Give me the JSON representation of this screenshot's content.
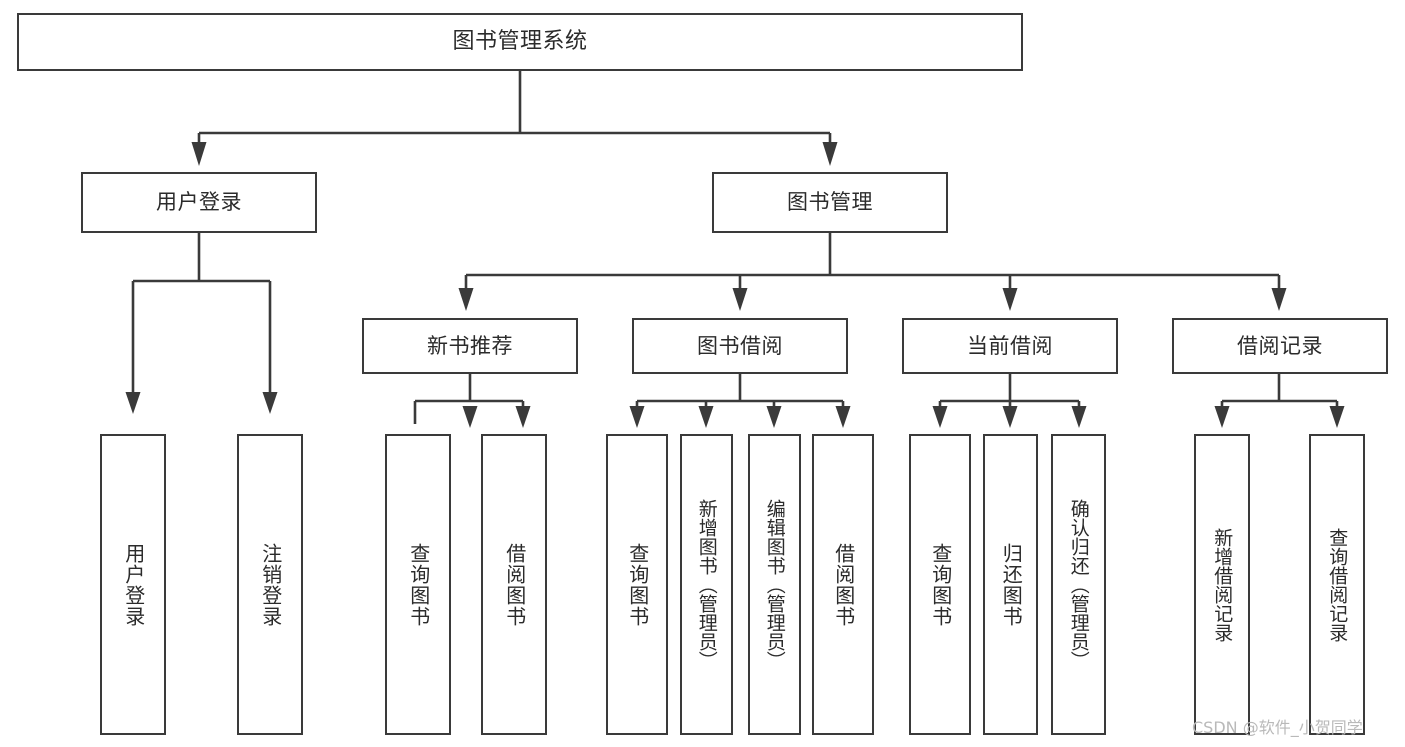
{
  "diagram": {
    "type": "tree",
    "title": "图书管理系统",
    "orientation": "top-down",
    "line_color": "#3a3a3a",
    "box_fill": "#ffffff",
    "text_color": "#2b2b2b"
  },
  "nodes": {
    "root": {
      "label": "图书管理系统"
    },
    "level2": [
      {
        "label": "用户登录"
      },
      {
        "label": "图书管理"
      }
    ],
    "level3": [
      {
        "label": "新书推荐"
      },
      {
        "label": "图书借阅"
      },
      {
        "label": "当前借阅"
      },
      {
        "label": "借阅记录"
      }
    ],
    "leaves": {
      "user_login": [
        {
          "label": "用户登录"
        },
        {
          "label": "注销登录"
        }
      ],
      "new_book_recommend": [
        {
          "label": "查询图书"
        },
        {
          "label": "借阅图书"
        }
      ],
      "book_borrow": [
        {
          "label": "查询图书"
        },
        {
          "label": "新增图书（管理员）"
        },
        {
          "label": "编辑图书（管理员）"
        },
        {
          "label": "借阅图书"
        }
      ],
      "current_borrow": [
        {
          "label": "查询图书"
        },
        {
          "label": "归还图书"
        },
        {
          "label": "确认归还（管理员）"
        }
      ],
      "borrow_record": [
        {
          "label": "新增借阅记录"
        },
        {
          "label": "查询借阅记录"
        }
      ]
    }
  },
  "watermark": {
    "text": "CSDN @软件_小贺同学"
  }
}
